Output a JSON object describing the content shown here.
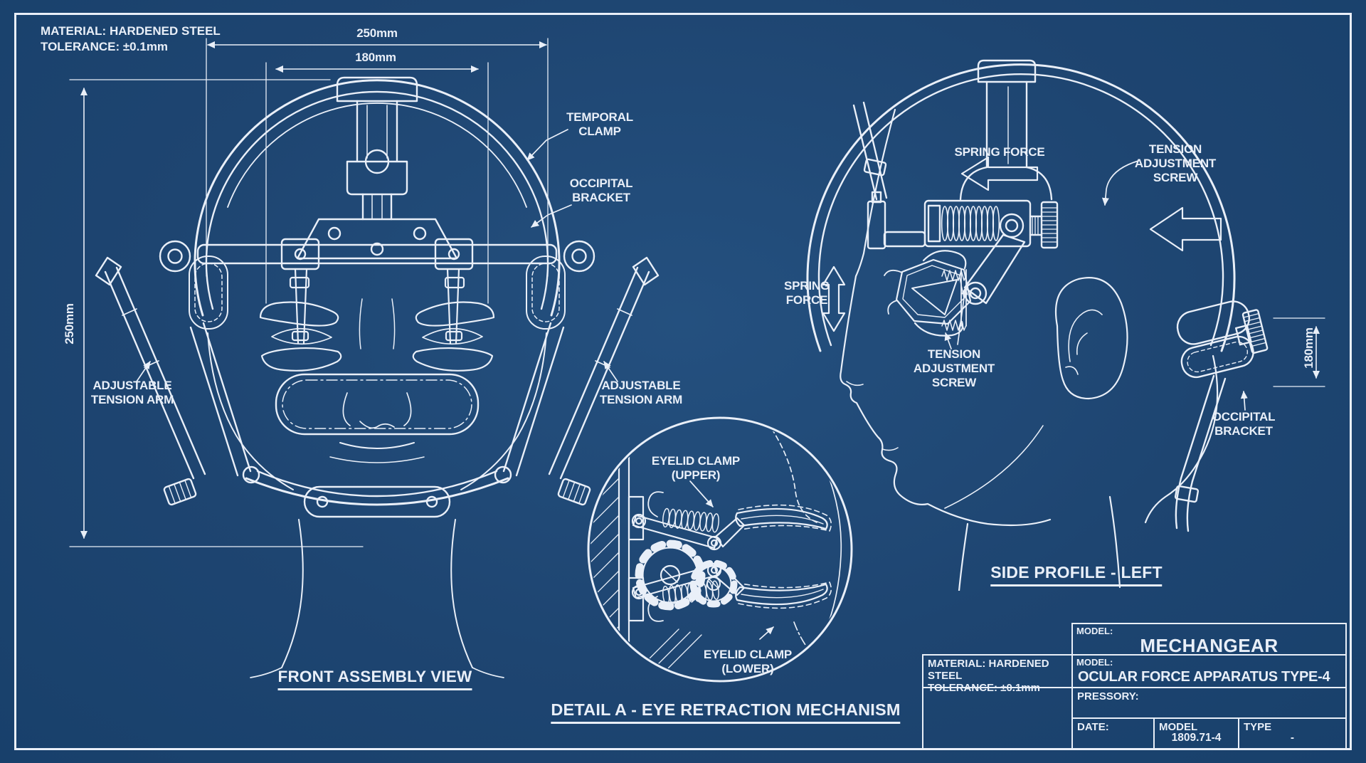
{
  "notes": {
    "material": "MATERIAL: HARDENED STEEL",
    "tolerance": "TOLERANCE: ±0.1mm"
  },
  "front_view": {
    "title": "FRONT ASSEMBLY VIEW",
    "dim_width_outer": "250mm",
    "dim_width_inner": "180mm",
    "dim_height": "250mm",
    "label_temporal_clamp": "TEMPORAL CLAMP",
    "label_occipital_bracket": "OCCIPITAL BRACKET",
    "label_tension_arm_left": "ADJUSTABLE TENSION ARM",
    "label_tension_arm_right": "ADJUSTABLE TENSION ARM"
  },
  "side_view": {
    "title": "SIDE PROFILE - LEFT",
    "label_spring_force_top": "SPRING FORCE",
    "label_spring_force_side": "SPRING FORCE",
    "label_tension_screw_top": "TENSION ADJUSTMENT SCREW",
    "label_tension_screw_bottom": "TENSION ADJUSTMENT SCREW",
    "label_occipital_bracket": "OCCIPITAL BRACKET",
    "dim_occipital_height": "180mm"
  },
  "detail_view": {
    "title": "DETAIL A - EYE RETRACTION MECHANISM",
    "label_clamp_upper": "EYELID CLAMP (UPPER)",
    "label_clamp_lower": "EYELID CLAMP (LOWER)"
  },
  "title_block": {
    "model_label": "MODEL:",
    "model_value": "MECHANGEAR",
    "material_line1": "MATERIAL: HARDENED STEEL",
    "material_line2": "TOLERANCE: ±0.1mm",
    "model2_label": "MODEL:",
    "model2_value": "OCULAR FORCE APPARATUS TYPE-4",
    "pressory_label": "PRESSORY:",
    "date_label": "DATE:",
    "part_label": "MODEL",
    "part_value": "1809.71-4",
    "type_label": "TYPE",
    "type_value": "-"
  },
  "colors": {
    "background": "#1e4571",
    "line": "#e9eff8"
  }
}
